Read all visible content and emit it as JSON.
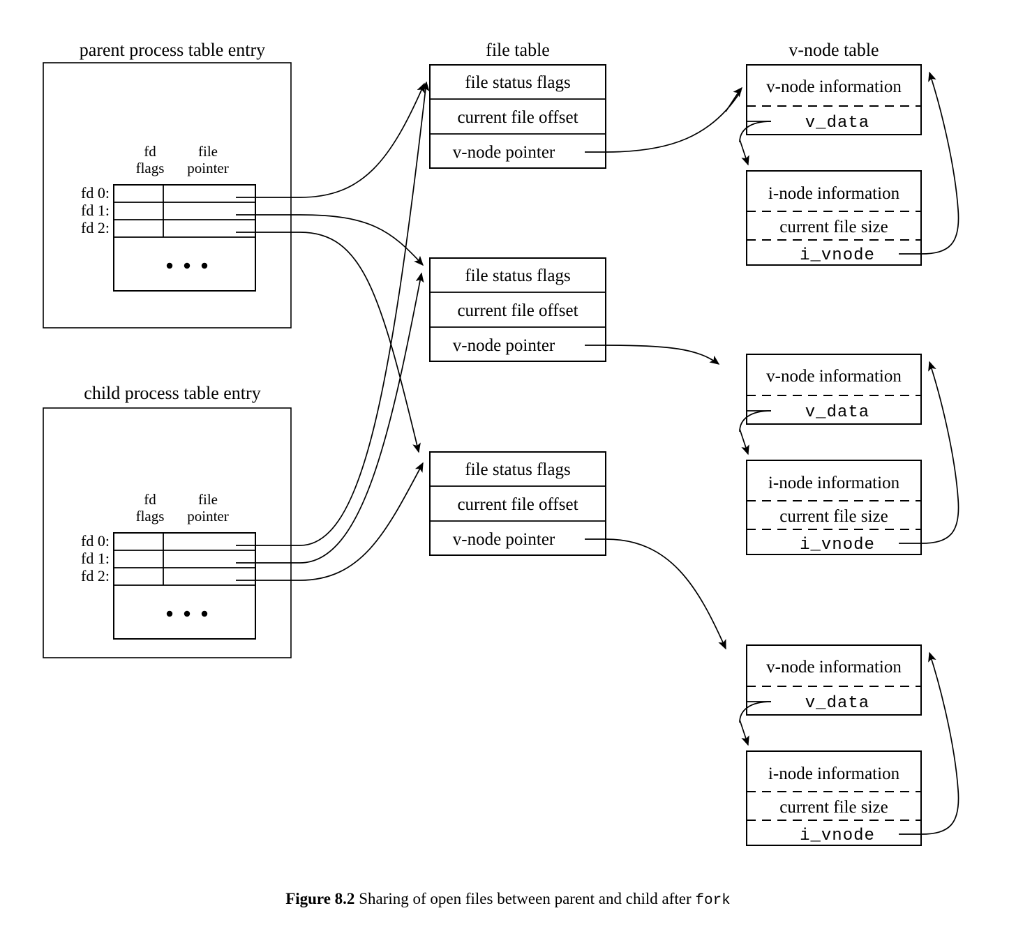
{
  "figure": {
    "caption_label": "Figure 8.2",
    "caption_text": "Sharing of open files between parent and child after",
    "caption_mono": "fork"
  },
  "columns": {
    "process_parent_title": "parent process table entry",
    "process_child_title": "child process table entry",
    "file_table_title": "file table",
    "vnode_table_title": "v-node table"
  },
  "process_table": {
    "col_head_1_line1": "fd",
    "col_head_1_line2": "flags",
    "col_head_2_line1": "file",
    "col_head_2_line2": "pointer",
    "rows": [
      "fd 0:",
      "fd 1:",
      "fd 2:"
    ],
    "ellipsis": "• • •"
  },
  "file_entries": [
    {
      "status_flags": "file status flags",
      "offset": "current file offset",
      "vnode_pointer": "v-node pointer"
    },
    {
      "status_flags": "file status flags",
      "offset": "current file offset",
      "vnode_pointer": "v-node pointer"
    },
    {
      "status_flags": "file status flags",
      "offset": "current file offset",
      "vnode_pointer": "v-node pointer"
    }
  ],
  "vnode_entries": [
    {
      "vnode_info": "v-node information",
      "v_data": "v_data",
      "inode_info": "i-node information",
      "file_size": "current file size",
      "i_vnode": "i_vnode"
    },
    {
      "vnode_info": "v-node information",
      "v_data": "v_data",
      "inode_info": "i-node information",
      "file_size": "current file size",
      "i_vnode": "i_vnode"
    },
    {
      "vnode_info": "v-node information",
      "v_data": "v_data",
      "inode_info": "i-node information",
      "file_size": "current file size",
      "i_vnode": "i_vnode"
    }
  ],
  "colors": {
    "ink": "#000000",
    "paper": "#ffffff"
  }
}
